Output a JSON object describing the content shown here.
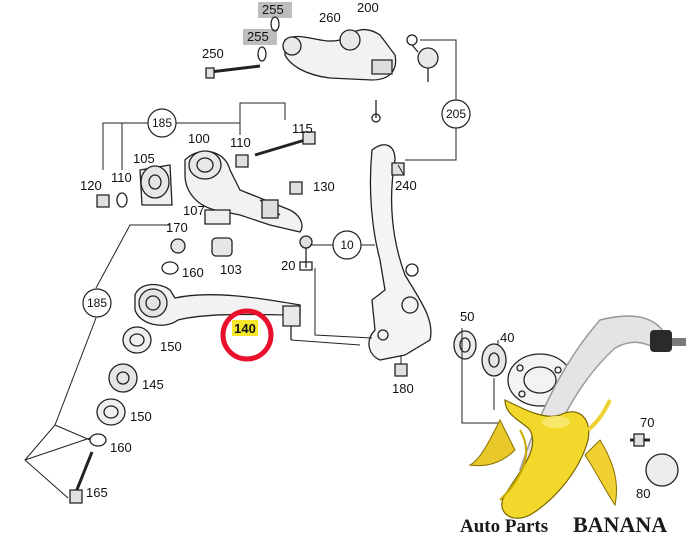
{
  "diagram": {
    "callouts": {
      "c255a": "255",
      "c255b": "255",
      "c260": "260",
      "c200": "200",
      "c250": "250",
      "c185a": "185",
      "c110a": "110",
      "c100": "100",
      "c115": "115",
      "c205": "205",
      "c105": "105",
      "c120": "120",
      "c110b": "110",
      "c130": "130",
      "c240": "240",
      "c107": "107",
      "c170": "170",
      "c10": "10",
      "c160a": "160",
      "c103": "103",
      "c20": "20",
      "c185b": "185",
      "c140": "140",
      "c150a": "150",
      "c50": "50",
      "c40": "40",
      "c145": "145",
      "c180": "180",
      "c150b": "150",
      "c70": "70",
      "c160b": "160",
      "c80": "80",
      "c165": "165"
    },
    "highlight_color": "#f5e62a",
    "marker_color": "#e8102a"
  },
  "watermark": {
    "text_prefix": "Auto Parts",
    "text_brand": "BANANA",
    "logo": "banana-logo"
  }
}
